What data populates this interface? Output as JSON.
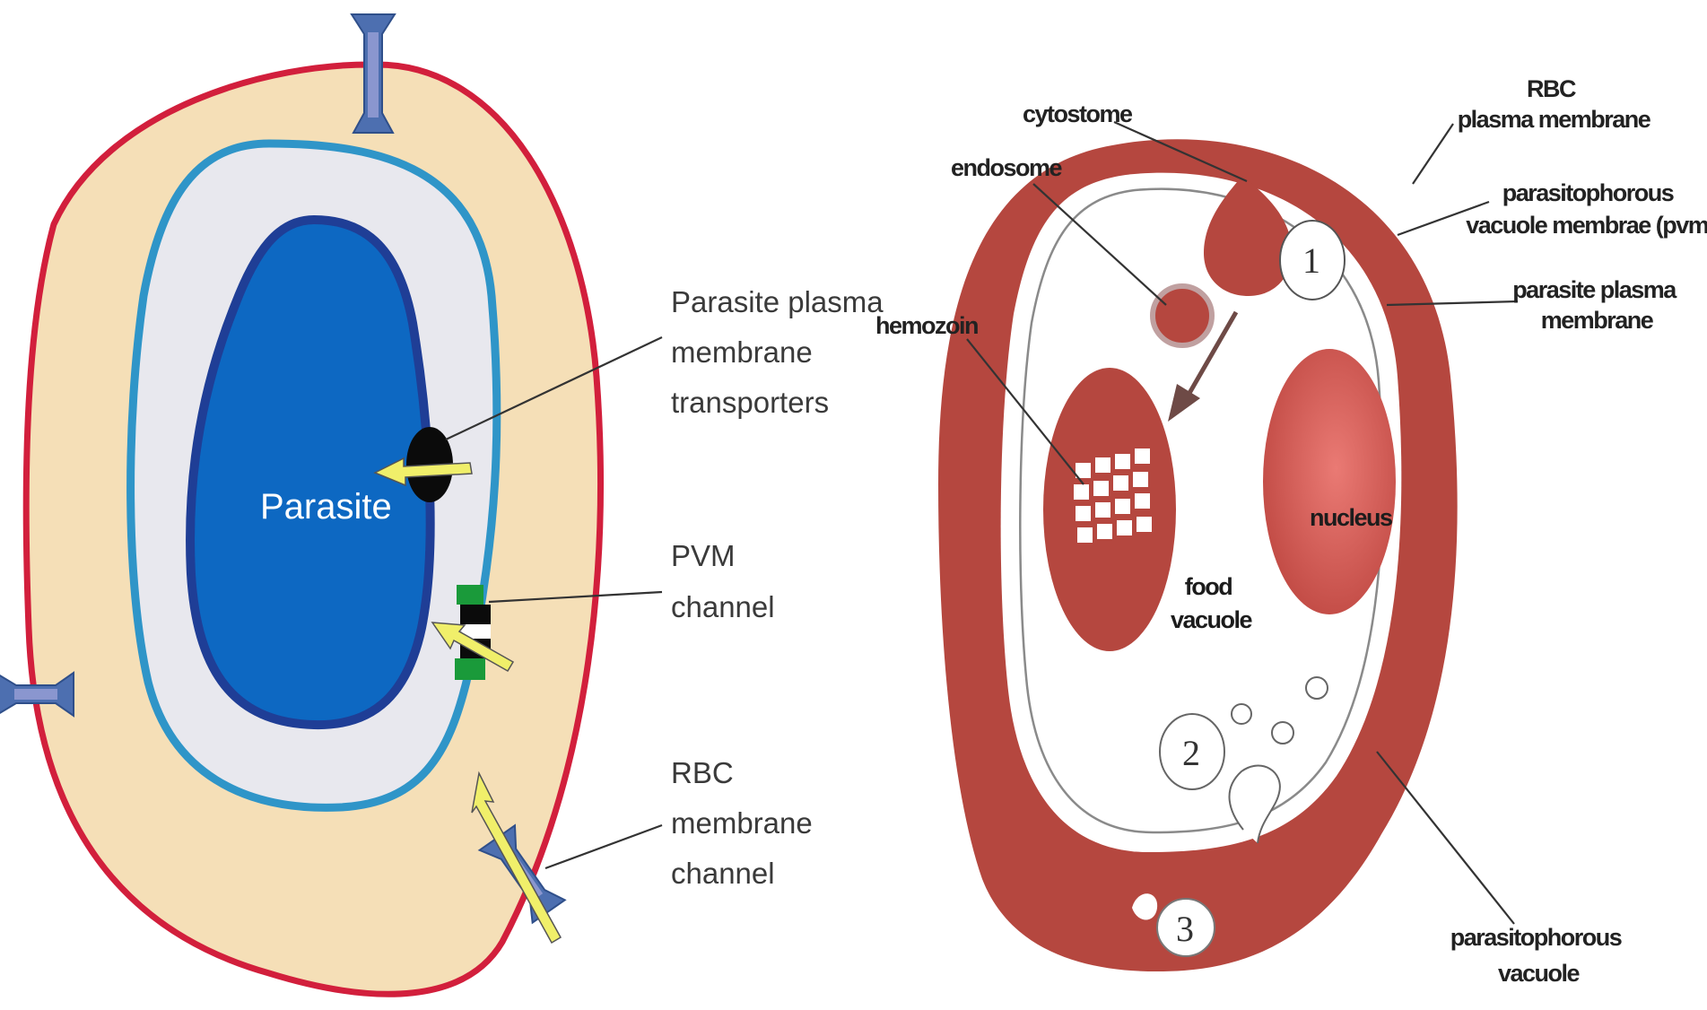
{
  "left_diagram": {
    "parasite_label": "Parasite",
    "labels": {
      "transporters": [
        "Parasite plasma",
        "membrane",
        "transporters"
      ],
      "pvm_channel": [
        "PVM",
        "channel"
      ],
      "rbc_channel": [
        "RBC",
        "membrane",
        "channel"
      ]
    },
    "colors": {
      "rbc_membrane": "#d21f3c",
      "rbc_cytoplasm": "#f5dfb7",
      "pvm": "#2f95c8",
      "vacuole_space": "#e8e8ee",
      "parasite_fill": "#0d68c2",
      "parasite_outline": "#1f3e96",
      "channel_protein": "#4d6fb0",
      "pvm_channel": "#1a9a3a",
      "arrow": "#f0ef6a"
    }
  },
  "right_diagram": {
    "labels": {
      "cytostome": "cytostome",
      "endosome": "endosome",
      "hemozoin": "hemozoin",
      "rbc_plasma_membrane": [
        "RBC",
        "plasma membrane"
      ],
      "pvm": [
        "parasitophorous",
        "vacuole membrae (pvm)"
      ],
      "parasite_plasma_membrane": [
        "parasite plasma",
        "membrane"
      ],
      "nucleus": "nucleus",
      "food_vacuole": [
        "food",
        "vacuole"
      ],
      "parasitophorous_vacuole": [
        "parasitophorous",
        "vacuole"
      ]
    },
    "numbers": [
      "1",
      "2",
      "3"
    ],
    "colors": {
      "cytoplasm": "#b5473f",
      "nucleus": "#d25a52",
      "interior": "#ffffff",
      "outline": "#8a8a8a"
    }
  }
}
